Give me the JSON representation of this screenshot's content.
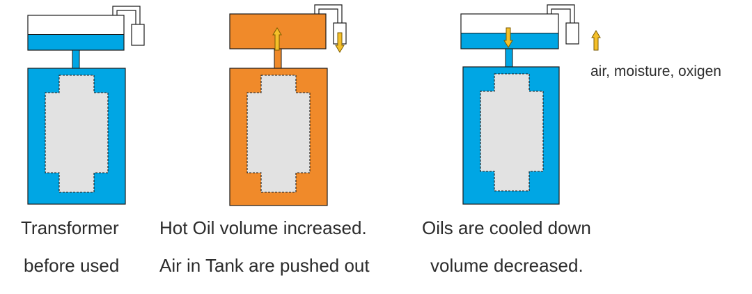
{
  "colors": {
    "cool_oil": "#00a6e4",
    "hot_oil": "#f08a2a",
    "core": "#e2e2e2",
    "outline": "#1a1a1a",
    "arrow": "#f5c02a",
    "air": "#ffffff"
  },
  "panels": [
    {
      "state": "before-use",
      "oil_color": "cool_oil",
      "conservator_oil_level": 0.45,
      "arrows": [],
      "caption_lines": [
        "Transformer",
        "before used"
      ]
    },
    {
      "state": "heated",
      "oil_color": "hot_oil",
      "conservator_oil_level": 1.0,
      "arrows": [
        "oil-up-in-conservator",
        "air-down-out-of-breather"
      ],
      "caption_lines": [
        "Hot Oil volume increased.",
        "Air in Tank are pushed out"
      ]
    },
    {
      "state": "cooled",
      "oil_color": "cool_oil",
      "conservator_oil_level": 0.45,
      "arrows": [
        "oil-down-in-conservator",
        "air-up-into-breather"
      ],
      "caption_lines": [
        "Oils are cooled down",
        "volume decreased."
      ]
    }
  ],
  "annotation": "air, moisture, oxigen"
}
